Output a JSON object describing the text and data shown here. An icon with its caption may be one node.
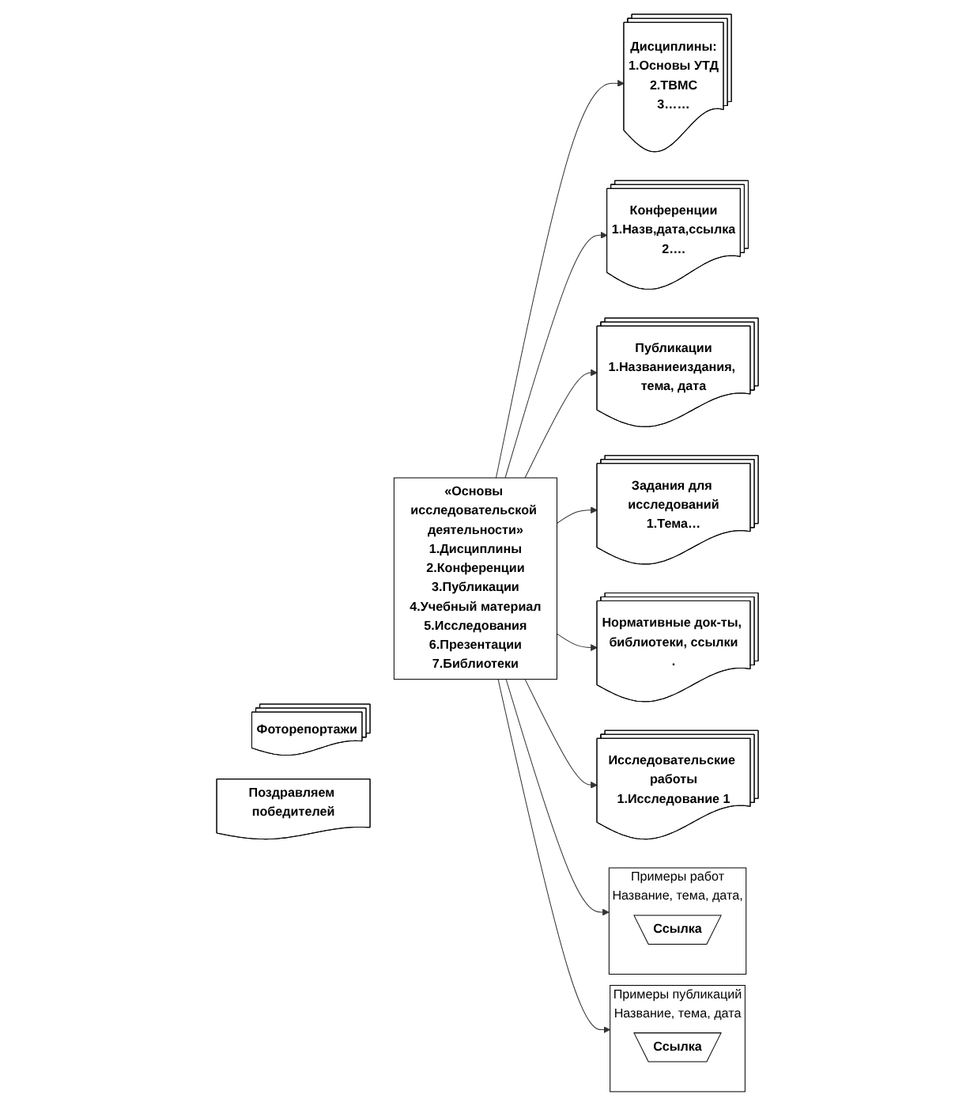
{
  "diagram": {
    "nodes": [
      {
        "text": [
          "«Основы исследовательской деятельности»",
          "1.Дисциплины",
          "2.Конференции",
          "3.Публикации",
          "4.Учебный материал",
          "5.Исследования",
          "6.Презентации",
          "7.Библиотеки"
        ]
      },
      {
        "text": [
          "Дисциплины:",
          "1.Основы УТД",
          "2.ТВМС",
          "3……"
        ]
      },
      {
        "text": [
          "Конференции",
          "1.Назв,дата,ссылка",
          "2…."
        ]
      },
      {
        "text": [
          "Публикации",
          "1.Названиеиздания, тема, дата"
        ]
      },
      {
        "text": [
          "Примеры работ",
          "Название, тема, дата,"
        ]
      },
      {
        "text": [
          "Ссылка"
        ],
        "in": 4
      },
      {
        "text": [
          "Примеры публикаций",
          "Название, тема, дата"
        ]
      },
      {
        "text": [
          "Ссылка"
        ],
        "in": 6
      },
      {
        "text": [
          "Задания для исследований",
          "1.Тема…"
        ]
      },
      {
        "text": [
          "Нормативные док-ты, библиотеки, ссылки",
          "."
        ]
      },
      {
        "text": [
          "Исследовательские работы",
          "1.Исследование 1"
        ]
      },
      {
        "text": [
          "Фоторепортажи"
        ]
      },
      {
        "text": [
          "Поздравляем победителей"
        ]
      }
    ],
    "edges": [
      {
        "from": 0,
        "to": 1,
        "arrow": "to"
      },
      {
        "from": 0,
        "to": 2,
        "arrow": "to"
      },
      {
        "from": 0,
        "to": 3,
        "arrow": "to"
      },
      {
        "from": 0,
        "to": 4,
        "arrow": "to"
      },
      {
        "from": 0,
        "to": 6,
        "arrow": "to"
      },
      {
        "from": 0,
        "to": 8,
        "arrow": "to"
      },
      {
        "from": 0,
        "to": 9,
        "arrow": "to"
      },
      {
        "from": 0,
        "to": 10,
        "arrow": "to"
      }
    ]
  }
}
